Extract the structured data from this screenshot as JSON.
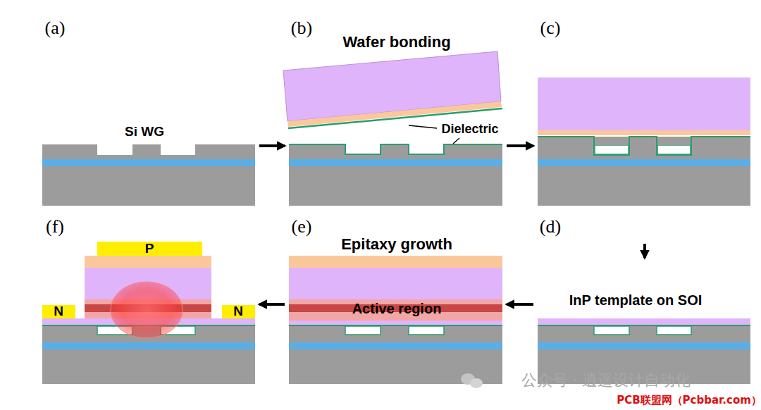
{
  "diagram": {
    "nodes": [
      {
        "text": [
          "(a)",
          "Si WG"
        ]
      },
      {
        "text": [
          "(b)",
          "Wafer bonding",
          "Dielectric"
        ]
      },
      {
        "text": [
          "(c)"
        ]
      },
      {
        "text": [
          "(d)",
          "InP template on SOI"
        ]
      },
      {
        "text": [
          "(e)",
          "Epitaxy growth",
          "Active region"
        ]
      },
      {
        "text": [
          "(f)",
          "P",
          "N",
          "N"
        ]
      }
    ],
    "edges": [
      {
        "from": 0,
        "to": 1,
        "arrow": "to"
      },
      {
        "from": 1,
        "to": 2,
        "arrow": "to"
      },
      {
        "from": 2,
        "to": 3,
        "arrow": "to"
      },
      {
        "from": 3,
        "to": 4,
        "arrow": "to"
      },
      {
        "from": 4,
        "to": 5,
        "arrow": "to"
      }
    ],
    "labels": [
      "公众号 · 逍遥设计自动化",
      "PCB联盟网（Pcbbar.com）"
    ]
  }
}
